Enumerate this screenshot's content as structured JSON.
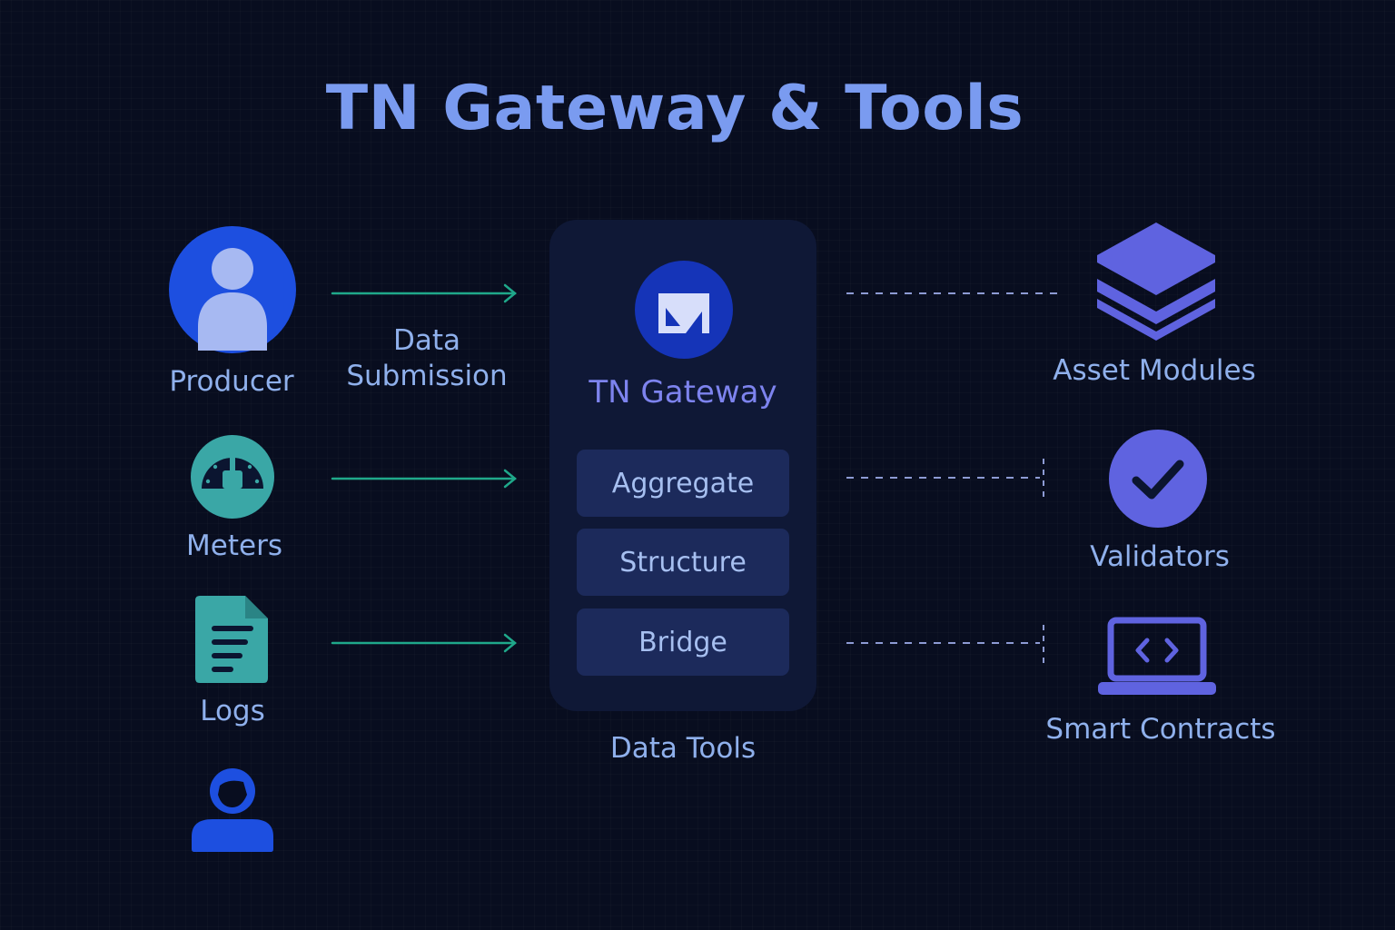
{
  "title": "TN Gateway & Tools",
  "sources": {
    "producer": "Producer",
    "meters": "Meters",
    "logs": "Logs"
  },
  "flow_label": {
    "line1": "Data",
    "line2": "Submission"
  },
  "gateway": {
    "name": "TN Gateway",
    "tools": [
      "Aggregate",
      "Structure",
      "Bridge"
    ],
    "caption": "Data Tools"
  },
  "targets": {
    "asset_modules": "Asset Modules",
    "validators": "Validators",
    "smart_contracts": "Smart Contracts"
  },
  "icons": {
    "producer": "user-circle-icon",
    "meters": "gauge-icon",
    "logs": "document-icon",
    "extra_user": "user-icon",
    "gateway": "tn-logo-icon",
    "asset_modules": "layers-icon",
    "validators": "check-circle-icon",
    "smart_contracts": "code-laptop-icon"
  },
  "colors": {
    "background": "#080d1f",
    "title": "#7a9bf0",
    "label": "#8fb0ec",
    "flow_arrow": "#1fa88a",
    "dashed_line": "#8d9bd4",
    "producer_blue": "#1d4fe0",
    "teal": "#3aa7a6",
    "purple": "#5f63e0",
    "tool_button": "#1c2a5b",
    "panel": "#0f1836"
  }
}
